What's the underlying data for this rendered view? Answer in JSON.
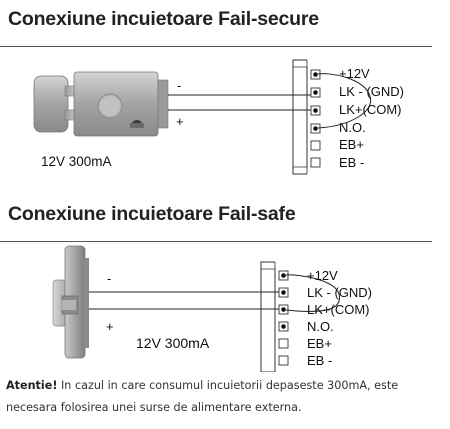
{
  "fail_secure": {
    "title": "Conexiune incuietoare Fail-secure",
    "minus_label": "-",
    "plus_label": "+",
    "spec": "12V 300mA",
    "terminals": [
      "+12V",
      "LK - (GND)",
      "LK+(COM)",
      "N.O.",
      "EB+",
      "EB -"
    ]
  },
  "fail_safe": {
    "title": "Conexiune incuietoare Fail-safe",
    "minus_label": "-",
    "plus_label": "+",
    "spec": "12V 300mA",
    "terminals": [
      "+12V",
      "LK - (GND)",
      "LK+(COM)",
      "N.O.",
      "EB+",
      "EB -"
    ]
  },
  "note": {
    "label": "Atentie!",
    "text": " In cazul in care consumul incuietorii depaseste 300mA, este necesara folosirea unei surse de alimentare externa."
  }
}
